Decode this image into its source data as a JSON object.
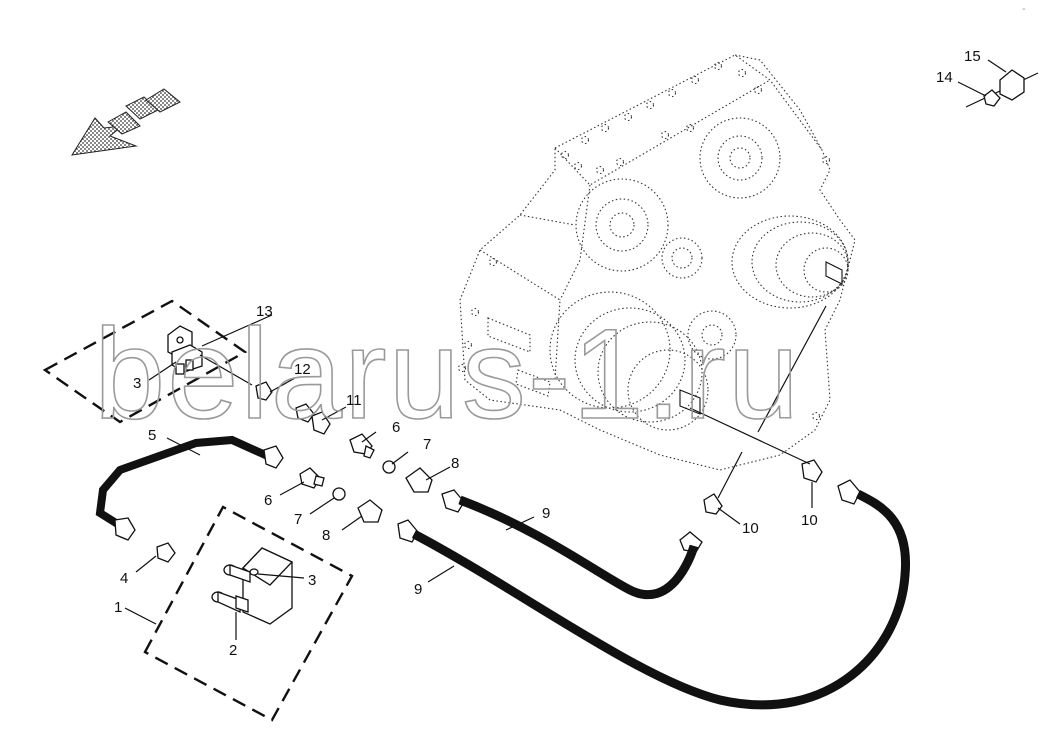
{
  "watermark": "belarus-1.ru",
  "corner_mark": "-",
  "colors": {
    "ink": "#111111",
    "background": "#ffffff",
    "watermark": "#9a9a9a",
    "arrow_fill": "#9a9a9a"
  },
  "icons": {
    "direction_arrow": "direction-arrow-icon"
  },
  "callouts": {
    "c1": "1",
    "c2": "2",
    "c3a": "3",
    "c3b": "3",
    "c4": "4",
    "c5": "5",
    "c6a": "6",
    "c6b": "6",
    "c7a": "7",
    "c7b": "7",
    "c8a": "8",
    "c8b": "8",
    "c9a": "9",
    "c9b": "9",
    "c10a": "10",
    "c10b": "10",
    "c11": "11",
    "c12": "12",
    "c13": "13",
    "c14": "14",
    "c15": "15"
  }
}
